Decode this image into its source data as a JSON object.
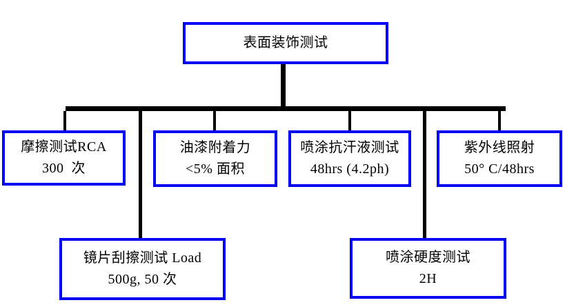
{
  "diagram": {
    "root": {
      "label": "表面装饰测试"
    },
    "level1": [
      {
        "line1": "摩擦测试RCA",
        "line2": "300  次"
      },
      {
        "line1": "油漆附着力",
        "line2": "<5% 面积"
      },
      {
        "line1": "喷涂抗汗液测试",
        "line2": "48hrs (4.2ph)"
      },
      {
        "line1": "紫外线照射",
        "line2": "50° C/48hrs"
      }
    ],
    "level2": [
      {
        "line1": "镜片刮擦测试 Load",
        "line2": "500g, 50 次"
      },
      {
        "line1": "喷涂硬度测试",
        "line2": "2H"
      }
    ],
    "colors": {
      "box_border": "#0000FA",
      "connector": "#000000",
      "text": "#000000",
      "background": "#FFFFFF"
    }
  }
}
